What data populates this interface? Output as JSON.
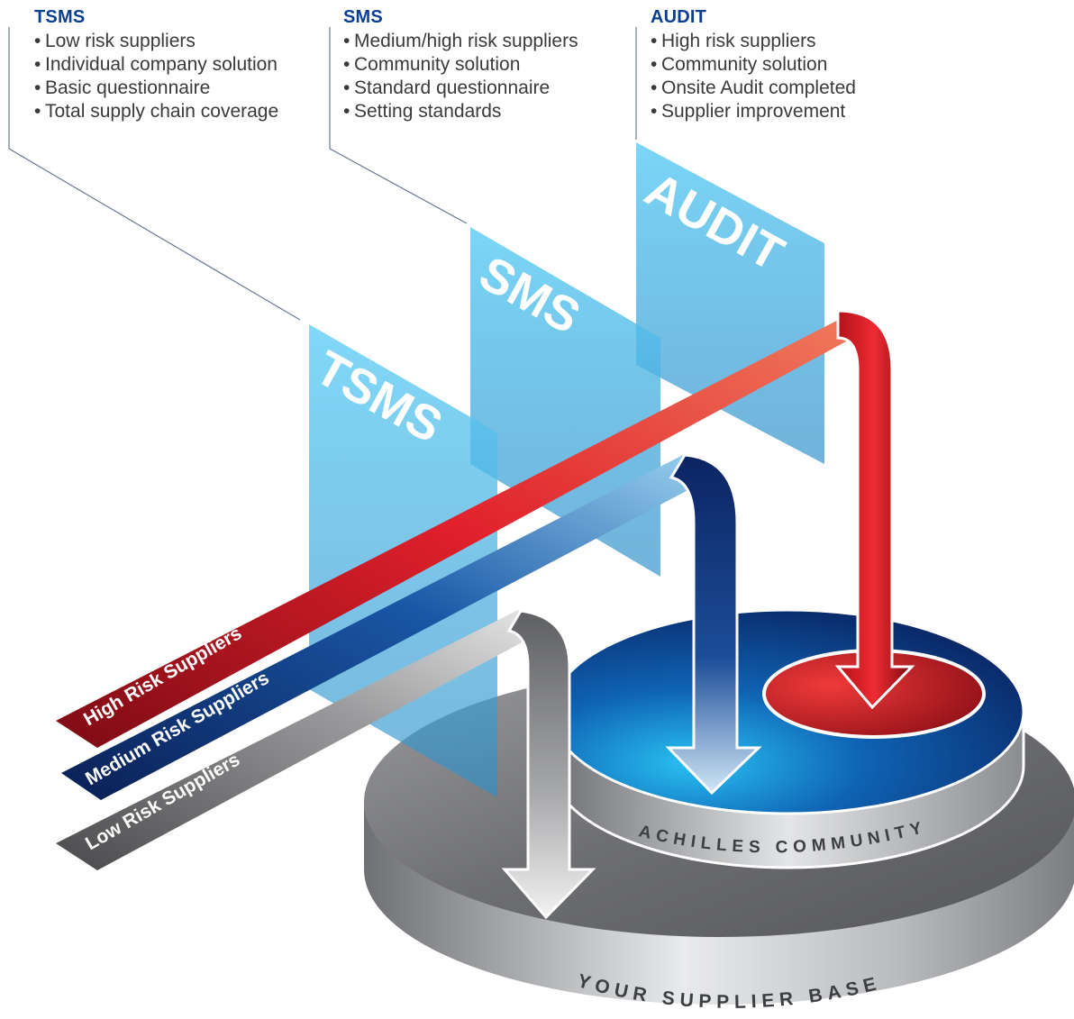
{
  "columns": [
    {
      "title": "TSMS",
      "items": [
        "Low risk suppliers",
        "Individual company solution",
        "Basic questionnaire",
        "Total supply chain coverage"
      ]
    },
    {
      "title": "SMS",
      "items": [
        "Medium/high risk suppliers",
        "Community solution",
        "Standard questionnaire",
        "Setting standards"
      ]
    },
    {
      "title": "AUDIT",
      "items": [
        "High risk suppliers",
        "Community solution",
        "Onsite Audit completed",
        "Supplier improvement"
      ]
    }
  ],
  "bullet": "•",
  "panels": {
    "audit": "AUDIT",
    "sms": "SMS",
    "tsms": "TSMS"
  },
  "bands": {
    "high": "High Risk Suppliers",
    "medium": "Medium Risk Suppliers",
    "low": "Low Risk Suppliers"
  },
  "rings": {
    "inner": "ACHILLES COMMUNITY",
    "outer": "YOUR SUPPLIER BASE"
  },
  "colors": {
    "heading": "#0b3f8f",
    "high": "#c0151f",
    "medium": "#0b2c6b",
    "low": "#7a7a7a",
    "panel": "#5cc8f2",
    "platform_top": "#0e4fa3",
    "base": "#8a8a8a"
  }
}
